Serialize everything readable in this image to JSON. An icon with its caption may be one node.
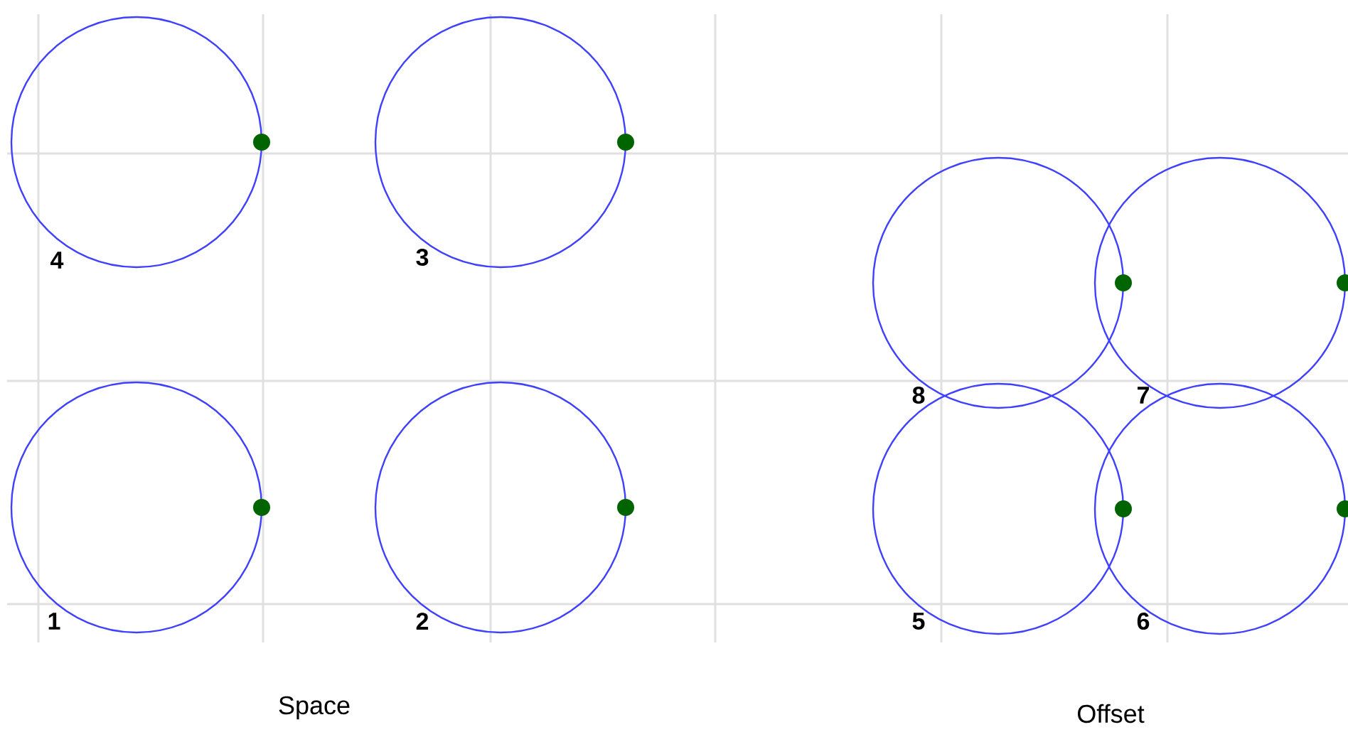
{
  "diagram": {
    "nodes": [
      {
        "text": [],
        "shape": "circle",
        "beside": [
          "4"
        ]
      },
      {
        "text": [],
        "shape": "circle",
        "beside": [
          "3"
        ]
      },
      {
        "text": [],
        "shape": "circle",
        "beside": [
          "8"
        ]
      },
      {
        "text": [],
        "shape": "circle",
        "beside": [
          "7"
        ]
      },
      {
        "text": [],
        "shape": "circle",
        "beside": [
          "1"
        ]
      },
      {
        "text": [],
        "shape": "circle",
        "beside": [
          "2"
        ]
      },
      {
        "text": [],
        "shape": "circle",
        "beside": [
          "5"
        ]
      },
      {
        "text": [],
        "shape": "circle",
        "beside": [
          "6"
        ]
      }
    ],
    "labels": [
      "Space",
      "Offset"
    ]
  }
}
